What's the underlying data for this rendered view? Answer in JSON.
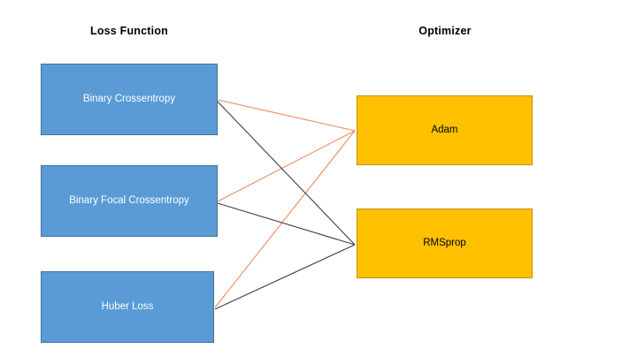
{
  "diagram": {
    "columns": [
      {
        "id": "loss-function",
        "title": "Loss Function"
      },
      {
        "id": "optimizer",
        "title": "Optimizer"
      }
    ],
    "loss_nodes": [
      {
        "id": "binary-crossentropy",
        "label": "Binary Crossentropy"
      },
      {
        "id": "binary-focal-crossentropy",
        "label": "Binary Focal Crossentropy"
      },
      {
        "id": "huber-loss",
        "label": "Huber Loss"
      }
    ],
    "optimizer_nodes": [
      {
        "id": "adam",
        "label": "Adam"
      },
      {
        "id": "rmsprop",
        "label": "RMSprop"
      }
    ],
    "edges": [
      {
        "from": "binary-crossentropy",
        "to": "adam",
        "color": "#ED8B5E"
      },
      {
        "from": "binary-focal-crossentropy",
        "to": "adam",
        "color": "#ED8B5E"
      },
      {
        "from": "huber-loss",
        "to": "adam",
        "color": "#ED8B5E"
      },
      {
        "from": "binary-crossentropy",
        "to": "rmsprop",
        "color": "#404040"
      },
      {
        "from": "binary-focal-crossentropy",
        "to": "rmsprop",
        "color": "#404040"
      },
      {
        "from": "huber-loss",
        "to": "rmsprop",
        "color": "#404040"
      }
    ],
    "colors": {
      "loss_fill": "#5B9BD5",
      "loss_border": "#41719C",
      "loss_text": "#FFFFFF",
      "optimizer_fill": "#FFC000",
      "optimizer_border": "#BF9000",
      "optimizer_text": "#000000",
      "edge_to_adam": "#ED8B5E",
      "edge_to_rmsprop": "#404040",
      "background": "#FFFFFF"
    }
  }
}
